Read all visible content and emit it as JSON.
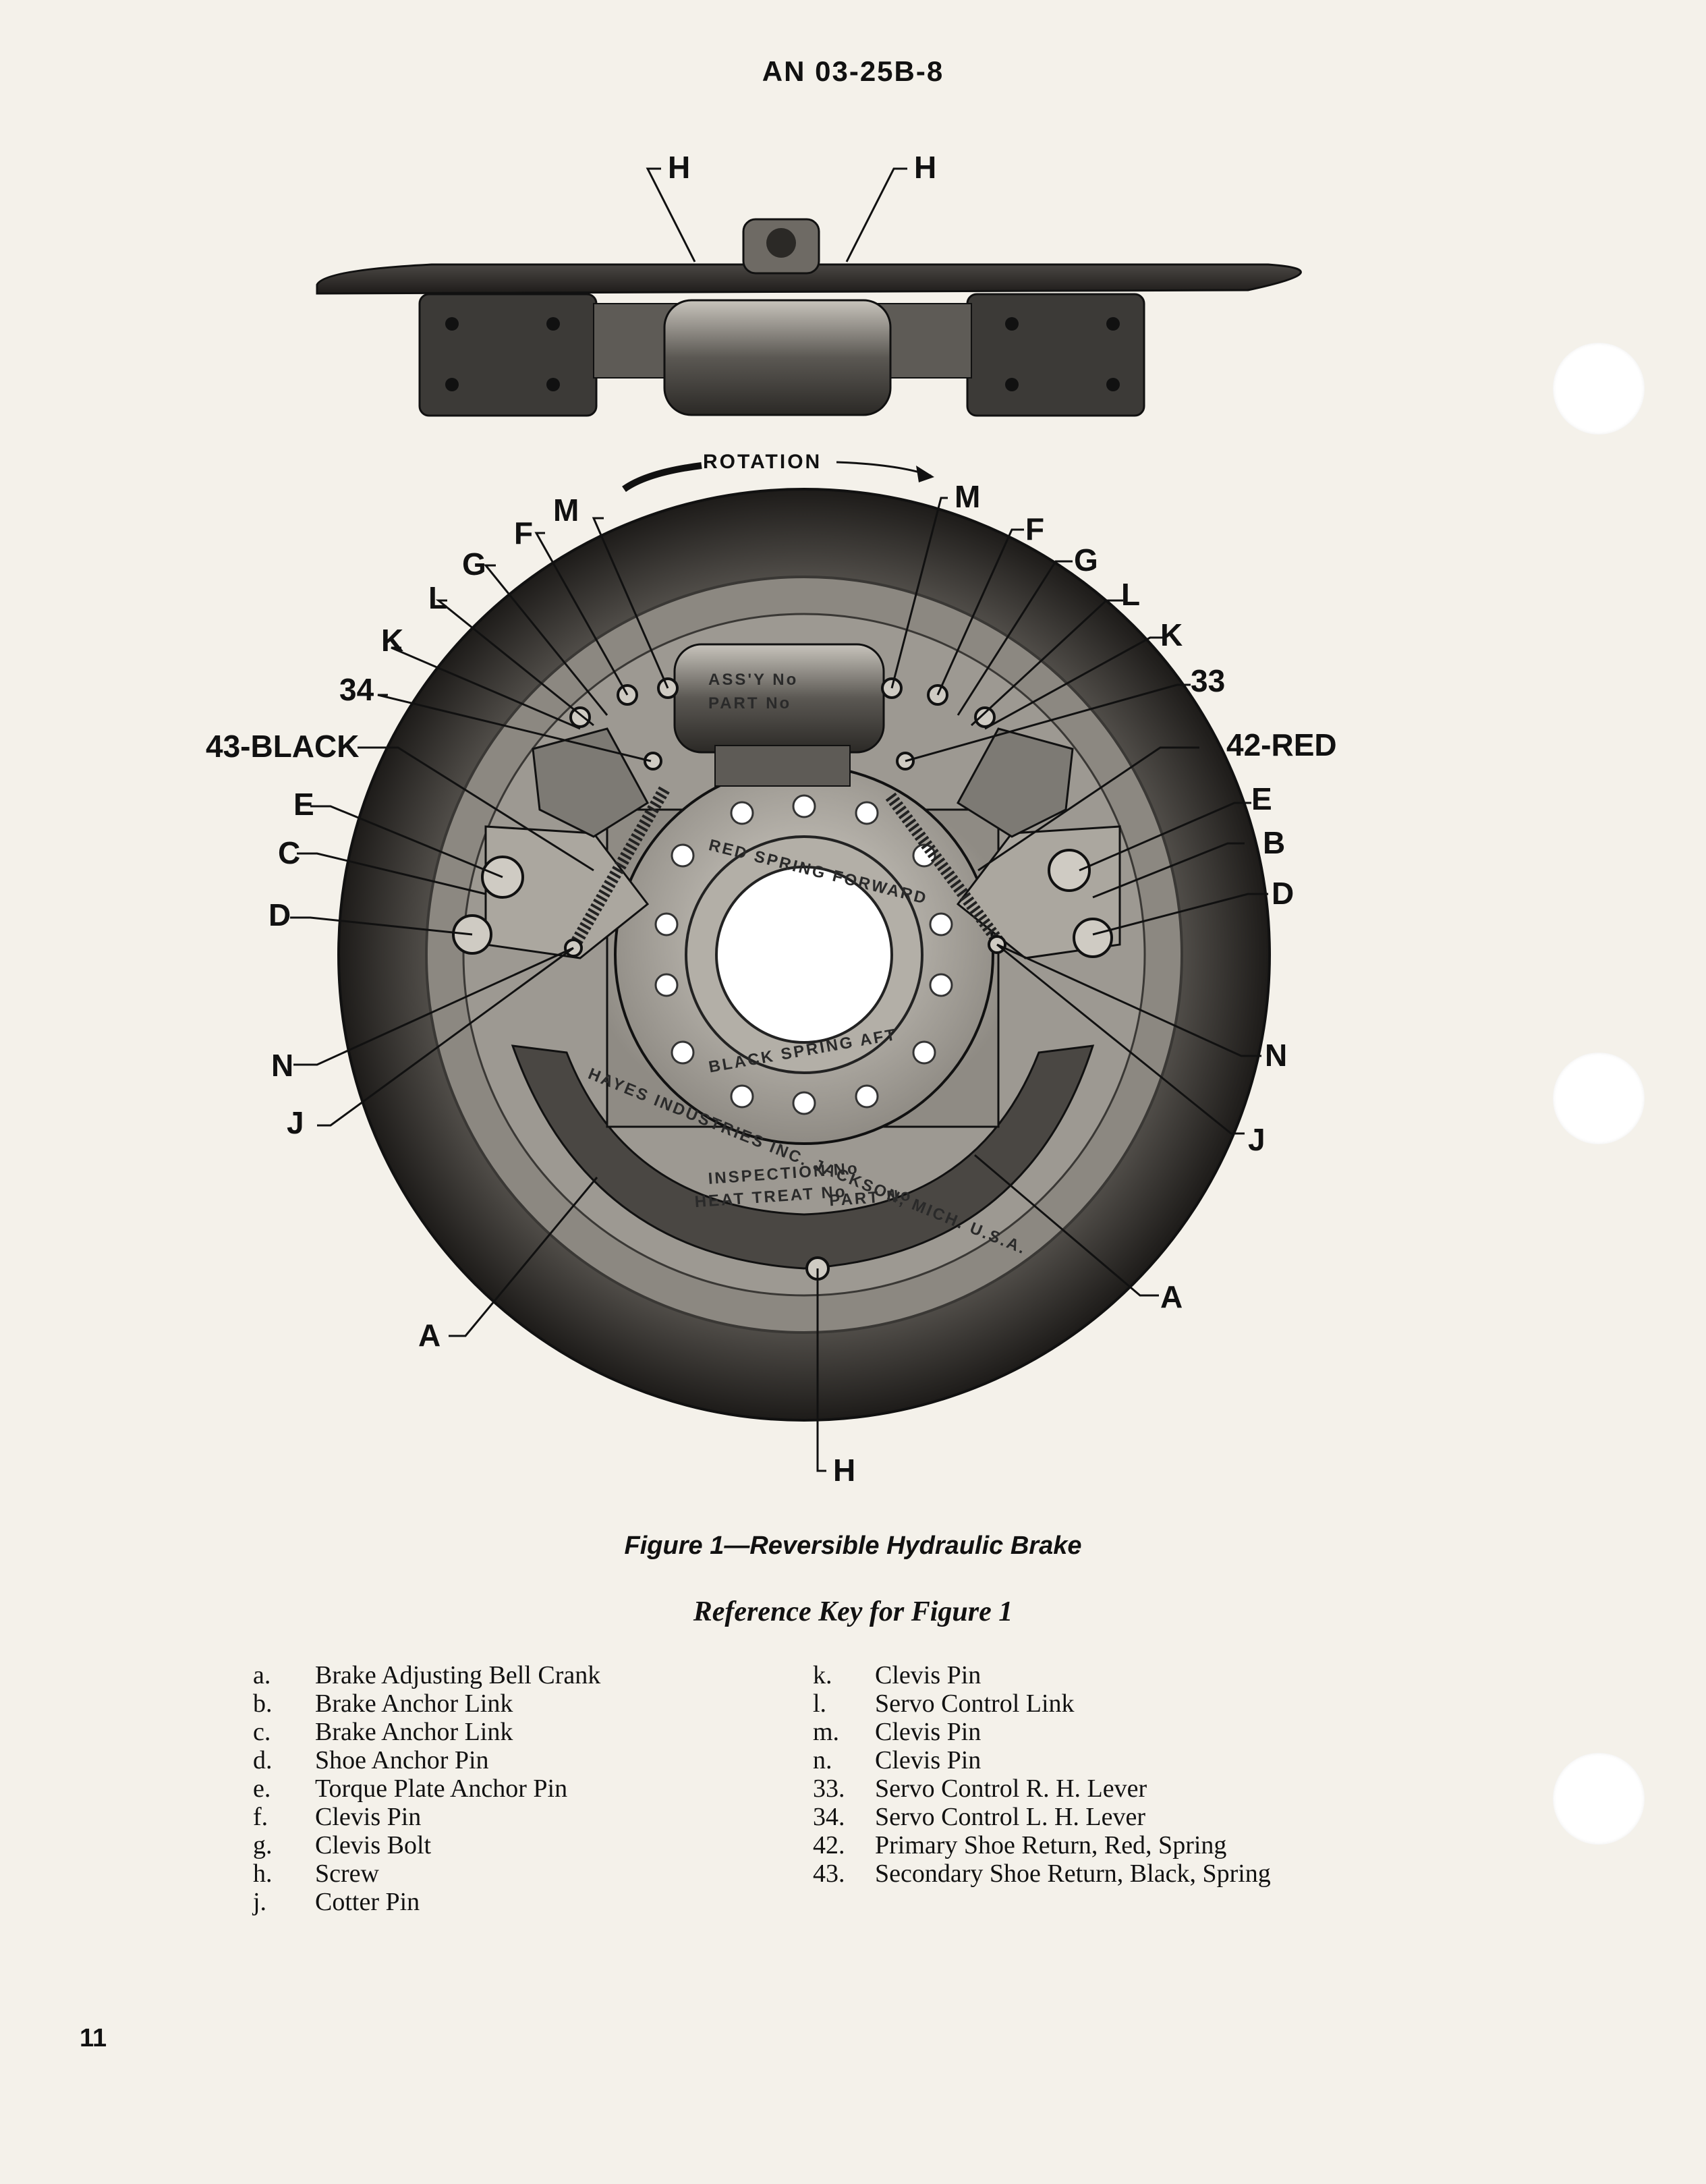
{
  "header": {
    "doc_number": "AN 03-25B-8"
  },
  "figure": {
    "rotation_label": "ROTATION",
    "callouts": {
      "H_top_left": "H",
      "H_top_right": "H",
      "H_bottom": "H",
      "M_left": "M",
      "M_right": "M",
      "F_left": "F",
      "F_right": "F",
      "G_left": "G",
      "G_right": "G",
      "L_left": "L",
      "L_right": "L",
      "K_left": "K",
      "K_right": "K",
      "n34": "34",
      "n33": "33",
      "n43": "43-BLACK",
      "n42": "42-RED",
      "E_left": "E",
      "E_right": "E",
      "C_left": "C",
      "B_right": "B",
      "D_left": "D",
      "D_right": "D",
      "N_left": "N",
      "N_right": "N",
      "J_left": "J",
      "J_right": "J",
      "A_left": "A",
      "A_right": "A"
    },
    "stamps": {
      "assy": "ASS'Y No",
      "part": "PART No",
      "ring_top": "RED SPRING FORWARD",
      "ring_bottom": "BLACK SPRING AFT",
      "outer_text": "HAYES INDUSTRIES INC. JACKSON, MICH. U.S.A.",
      "inspection": "INSPECTION No",
      "heat_treat": "HEAT TREAT No",
      "part_no": "PART No"
    }
  },
  "caption": "Figure 1—Reversible Hydraulic Brake",
  "key_title": "Reference Key for Figure 1",
  "key_left": [
    {
      "k": "a.",
      "v": "Brake Adjusting Bell Crank"
    },
    {
      "k": "b.",
      "v": "Brake Anchor Link"
    },
    {
      "k": "c.",
      "v": "Brake Anchor Link"
    },
    {
      "k": "d.",
      "v": "Shoe Anchor Pin"
    },
    {
      "k": "e.",
      "v": "Torque Plate Anchor Pin"
    },
    {
      "k": "f.",
      "v": "Clevis Pin"
    },
    {
      "k": "g.",
      "v": "Clevis Bolt"
    },
    {
      "k": "h.",
      "v": "Screw"
    },
    {
      "k": "j.",
      "v": "Cotter Pin"
    }
  ],
  "key_right": [
    {
      "k": "k.",
      "v": "Clevis Pin"
    },
    {
      "k": "l.",
      "v": "Servo Control Link"
    },
    {
      "k": "m.",
      "v": "Clevis Pin"
    },
    {
      "k": "n.",
      "v": "Clevis Pin"
    },
    {
      "k": "33.",
      "v": "Servo Control R. H. Lever"
    },
    {
      "k": "34.",
      "v": "Servo Control L. H. Lever"
    },
    {
      "k": "42.",
      "v": "Primary Shoe Return, Red, Spring"
    },
    {
      "k": "43.",
      "v": "Secondary Shoe Return, Black, Spring"
    }
  ],
  "page_number": "11"
}
